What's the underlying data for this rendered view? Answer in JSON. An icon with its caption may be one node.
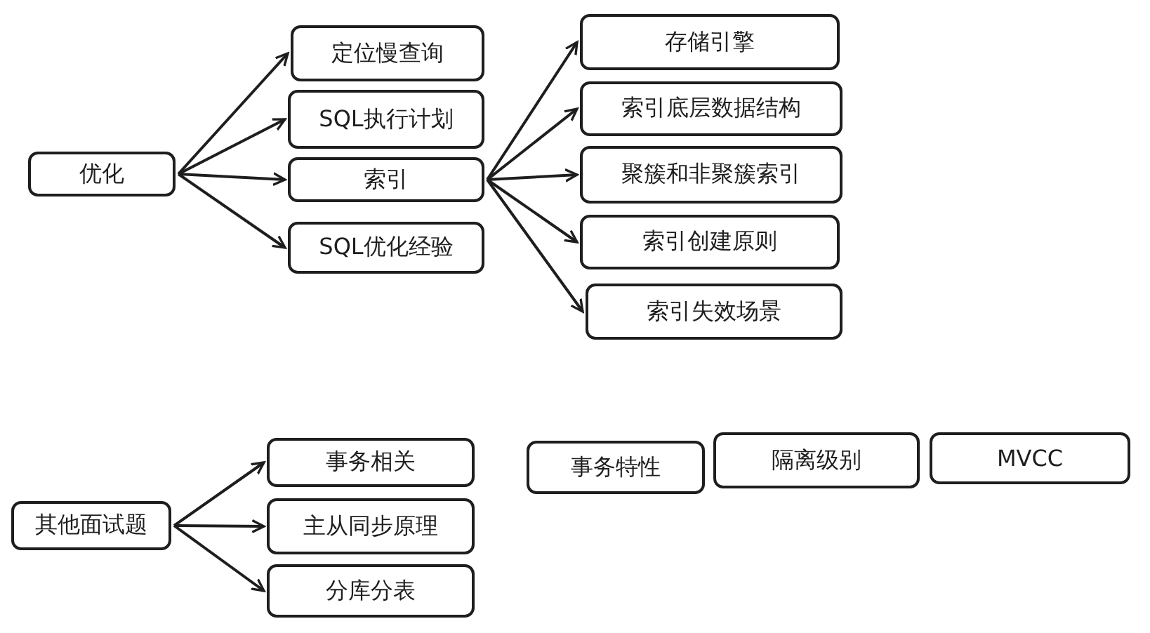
{
  "diagram": {
    "nodes": [
      {
        "text": [
          "优化"
        ]
      },
      {
        "text": [
          "定位慢查询"
        ]
      },
      {
        "text": [
          "SQL执行计划"
        ]
      },
      {
        "text": [
          "索引"
        ]
      },
      {
        "text": [
          "SQL优化经验"
        ]
      },
      {
        "text": [
          "存储引擎"
        ]
      },
      {
        "text": [
          "索引底层数据结构"
        ]
      },
      {
        "text": [
          "聚簇和非聚簇索引"
        ]
      },
      {
        "text": [
          "索引创建原则"
        ]
      },
      {
        "text": [
          "索引失效场景"
        ]
      },
      {
        "text": [
          "其他面试题"
        ]
      },
      {
        "text": [
          "事务相关"
        ]
      },
      {
        "text": [
          "主从同步原理"
        ]
      },
      {
        "text": [
          "分库分表"
        ]
      },
      {
        "text": [
          "事务特性"
        ]
      },
      {
        "text": [
          "隔离级别"
        ]
      },
      {
        "text": [
          "MVCC"
        ]
      }
    ],
    "edges": [
      {
        "from": 0,
        "to": 1,
        "arrow": "to"
      },
      {
        "from": 0,
        "to": 2,
        "arrow": "to"
      },
      {
        "from": 0,
        "to": 3,
        "arrow": "to"
      },
      {
        "from": 0,
        "to": 4,
        "arrow": "to"
      },
      {
        "from": 3,
        "to": 5,
        "arrow": "to"
      },
      {
        "from": 3,
        "to": 6,
        "arrow": "to"
      },
      {
        "from": 3,
        "to": 7,
        "arrow": "to"
      },
      {
        "from": 3,
        "to": 8,
        "arrow": "to"
      },
      {
        "from": 3,
        "to": 9,
        "arrow": "to"
      },
      {
        "from": 10,
        "to": 11,
        "arrow": "to"
      },
      {
        "from": 10,
        "to": 12,
        "arrow": "to"
      },
      {
        "from": 10,
        "to": 13,
        "arrow": "to"
      }
    ]
  }
}
